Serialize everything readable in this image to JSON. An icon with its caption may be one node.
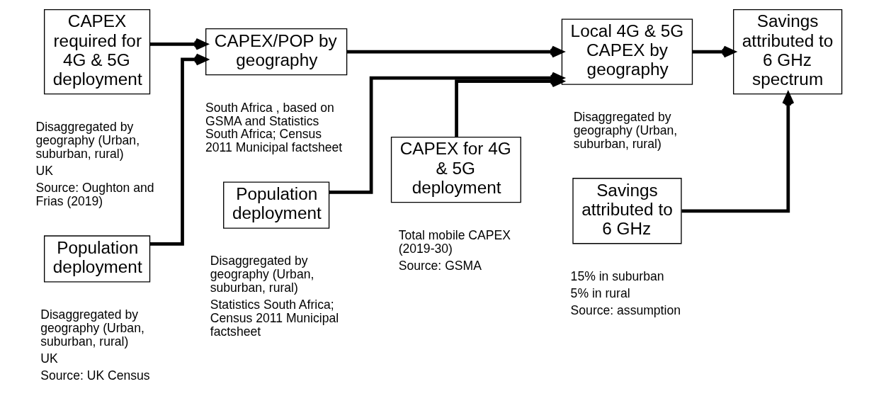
{
  "diagram": {
    "nodes": [
      {
        "text": [
          "CAPEX required for 4G & 5G deployment"
        ],
        "beside": [
          "Disaggregated by geography (Urban, suburban, rural)",
          "UK",
          "Source: Oughton and Frias (2019)"
        ]
      },
      {
        "text": [
          "Population deployment"
        ],
        "beside": [
          "Disaggregated by geography (Urban, suburban, rural)",
          "UK",
          "Source: UK Census"
        ]
      },
      {
        "text": [
          "CAPEX/POP by geography"
        ],
        "beside": [
          "South Africa , based on GSMA and Statistics South Africa; Census 2011 Municipal factsheet"
        ]
      },
      {
        "text": [
          "Population deployment"
        ],
        "beside": [
          "Disaggregated by geography (Urban, suburban, rural)",
          "Statistics South Africa; Census 2011 Municipal factsheet"
        ]
      },
      {
        "text": [
          "CAPEX for 4G & 5G deployment"
        ],
        "beside": [
          "Total mobile CAPEX (2019-30)",
          "Source: GSMA"
        ]
      },
      {
        "text": [
          "Local 4G & 5G CAPEX by geography"
        ],
        "beside": [
          "Disaggregated by geography (Urban, suburban, rural)"
        ]
      },
      {
        "text": [
          "Savings attributed to 6 GHz"
        ],
        "beside": [
          "15% in suburban",
          "5% in rural",
          "Source: assumption"
        ]
      },
      {
        "text": [
          "Savings attributed to 6 GHz spectrum"
        ]
      }
    ],
    "edges": [
      {
        "from": 0,
        "to": 2,
        "arrow": "to"
      },
      {
        "from": 1,
        "to": 2,
        "arrow": "to"
      },
      {
        "from": 2,
        "to": 5,
        "arrow": "to"
      },
      {
        "from": 3,
        "to": 5,
        "arrow": "to"
      },
      {
        "from": 4,
        "to": 5,
        "arrow": "to"
      },
      {
        "from": 5,
        "to": 7,
        "arrow": "to"
      },
      {
        "from": 6,
        "to": 7,
        "arrow": "to"
      }
    ]
  }
}
